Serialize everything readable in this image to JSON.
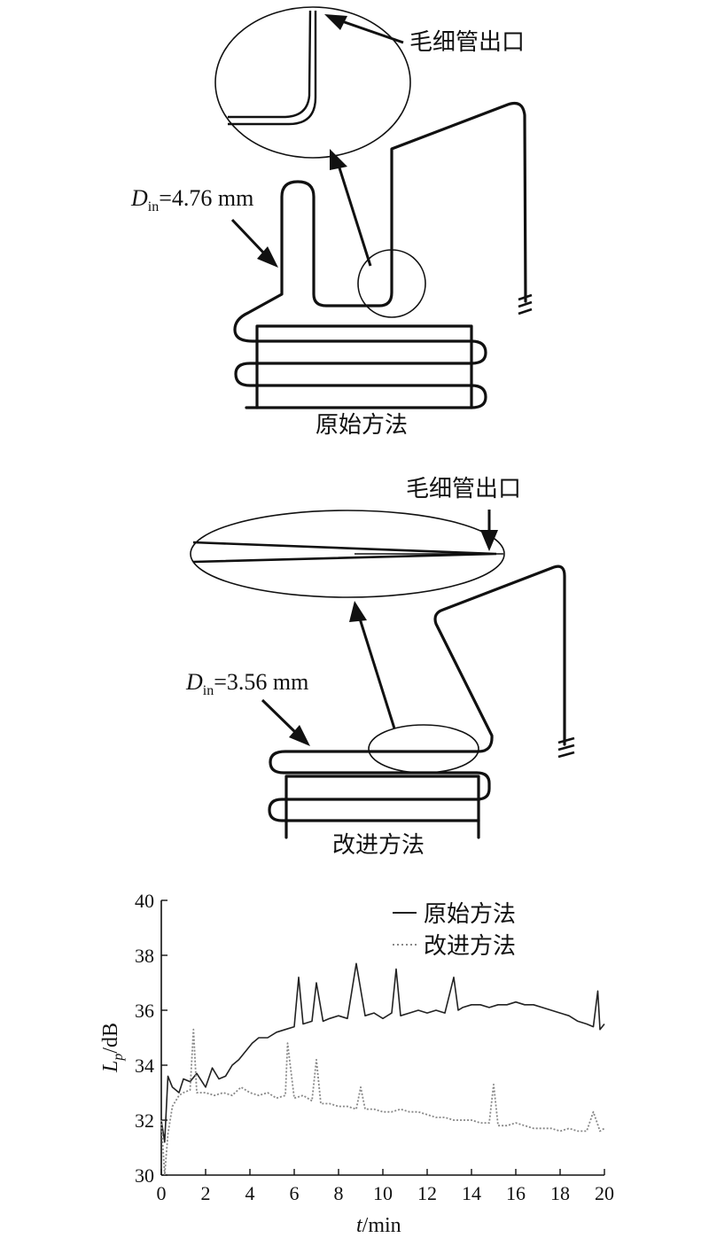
{
  "diagram_top": {
    "caption": "原始方法",
    "outlet_label": "毛细管出口",
    "diameter_label": {
      "symbol": "D",
      "subscript": "in",
      "value": "=4.76 mm"
    }
  },
  "diagram_bottom": {
    "caption": "改进方法",
    "outlet_label": "毛细管出口",
    "diameter_label": {
      "symbol": "D",
      "subscript": "in",
      "value": "=3.56 mm"
    }
  },
  "chart_data": {
    "type": "line",
    "xlabel_var": "t",
    "xlabel_unit": "/min",
    "ylabel_var": "L",
    "ylabel_sub": "p",
    "ylabel_unit": "/dB",
    "xlim": [
      0,
      20
    ],
    "ylim": [
      30,
      40
    ],
    "xticks": [
      0,
      2,
      4,
      6,
      8,
      10,
      12,
      14,
      16,
      18,
      20
    ],
    "yticks": [
      30,
      32,
      34,
      36,
      38,
      40
    ],
    "legend_position": "top-right",
    "series": [
      {
        "name": "原始方法",
        "style": "solid",
        "color": "#222222",
        "x": [
          0,
          0.15,
          0.3,
          0.5,
          0.8,
          1.0,
          1.3,
          1.6,
          2.0,
          2.3,
          2.6,
          2.9,
          3.2,
          3.5,
          3.8,
          4.1,
          4.4,
          4.8,
          5.2,
          5.6,
          6.0,
          6.2,
          6.4,
          6.8,
          7.0,
          7.3,
          7.6,
          8.0,
          8.4,
          8.8,
          9.2,
          9.6,
          10.0,
          10.4,
          10.6,
          10.8,
          11.2,
          11.6,
          12.0,
          12.4,
          12.8,
          13.2,
          13.4,
          13.6,
          14.0,
          14.4,
          14.8,
          15.2,
          15.6,
          16.0,
          16.4,
          16.8,
          17.2,
          17.6,
          18.0,
          18.4,
          18.8,
          19.2,
          19.5,
          19.7,
          19.8,
          20.0
        ],
        "y": [
          32.0,
          31.2,
          33.6,
          33.2,
          33.0,
          33.5,
          33.4,
          33.7,
          33.2,
          33.9,
          33.5,
          33.6,
          34.0,
          34.2,
          34.5,
          34.8,
          35.0,
          35.0,
          35.2,
          35.3,
          35.4,
          37.2,
          35.5,
          35.6,
          37.0,
          35.6,
          35.7,
          35.8,
          35.7,
          37.7,
          35.8,
          35.9,
          35.7,
          35.9,
          37.5,
          35.8,
          35.9,
          36.0,
          35.9,
          36.0,
          35.9,
          37.2,
          36.0,
          36.1,
          36.2,
          36.2,
          36.1,
          36.2,
          36.2,
          36.3,
          36.2,
          36.2,
          36.1,
          36.0,
          35.9,
          35.8,
          35.6,
          35.5,
          35.4,
          36.7,
          35.3,
          35.5
        ]
      },
      {
        "name": "改进方法",
        "style": "dotted",
        "color": "#888888",
        "x": [
          0,
          0.15,
          0.3,
          0.5,
          0.8,
          1.0,
          1.3,
          1.45,
          1.6,
          2.0,
          2.4,
          2.8,
          3.2,
          3.6,
          4.0,
          4.4,
          4.8,
          5.2,
          5.6,
          5.7,
          6.0,
          6.4,
          6.8,
          7.0,
          7.2,
          7.6,
          8.0,
          8.4,
          8.8,
          9.0,
          9.2,
          9.6,
          10.0,
          10.4,
          10.8,
          11.2,
          11.6,
          12.0,
          12.4,
          12.8,
          13.2,
          13.6,
          14.0,
          14.4,
          14.8,
          15.0,
          15.2,
          15.6,
          16.0,
          16.4,
          16.8,
          17.2,
          17.6,
          18.0,
          18.4,
          18.8,
          19.2,
          19.5,
          19.8,
          20.0
        ],
        "y": [
          32.0,
          30.0,
          31.5,
          32.5,
          32.9,
          33.0,
          33.1,
          35.3,
          33.0,
          33.0,
          32.9,
          33.0,
          32.9,
          33.2,
          33.0,
          32.9,
          33.0,
          32.8,
          32.9,
          34.8,
          32.8,
          32.9,
          32.7,
          34.2,
          32.6,
          32.6,
          32.5,
          32.5,
          32.4,
          33.2,
          32.4,
          32.4,
          32.3,
          32.3,
          32.4,
          32.3,
          32.3,
          32.2,
          32.1,
          32.1,
          32.0,
          32.0,
          32.0,
          31.9,
          31.9,
          33.3,
          31.8,
          31.8,
          31.9,
          31.8,
          31.7,
          31.7,
          31.7,
          31.6,
          31.7,
          31.6,
          31.6,
          32.3,
          31.6,
          31.7
        ]
      }
    ]
  }
}
